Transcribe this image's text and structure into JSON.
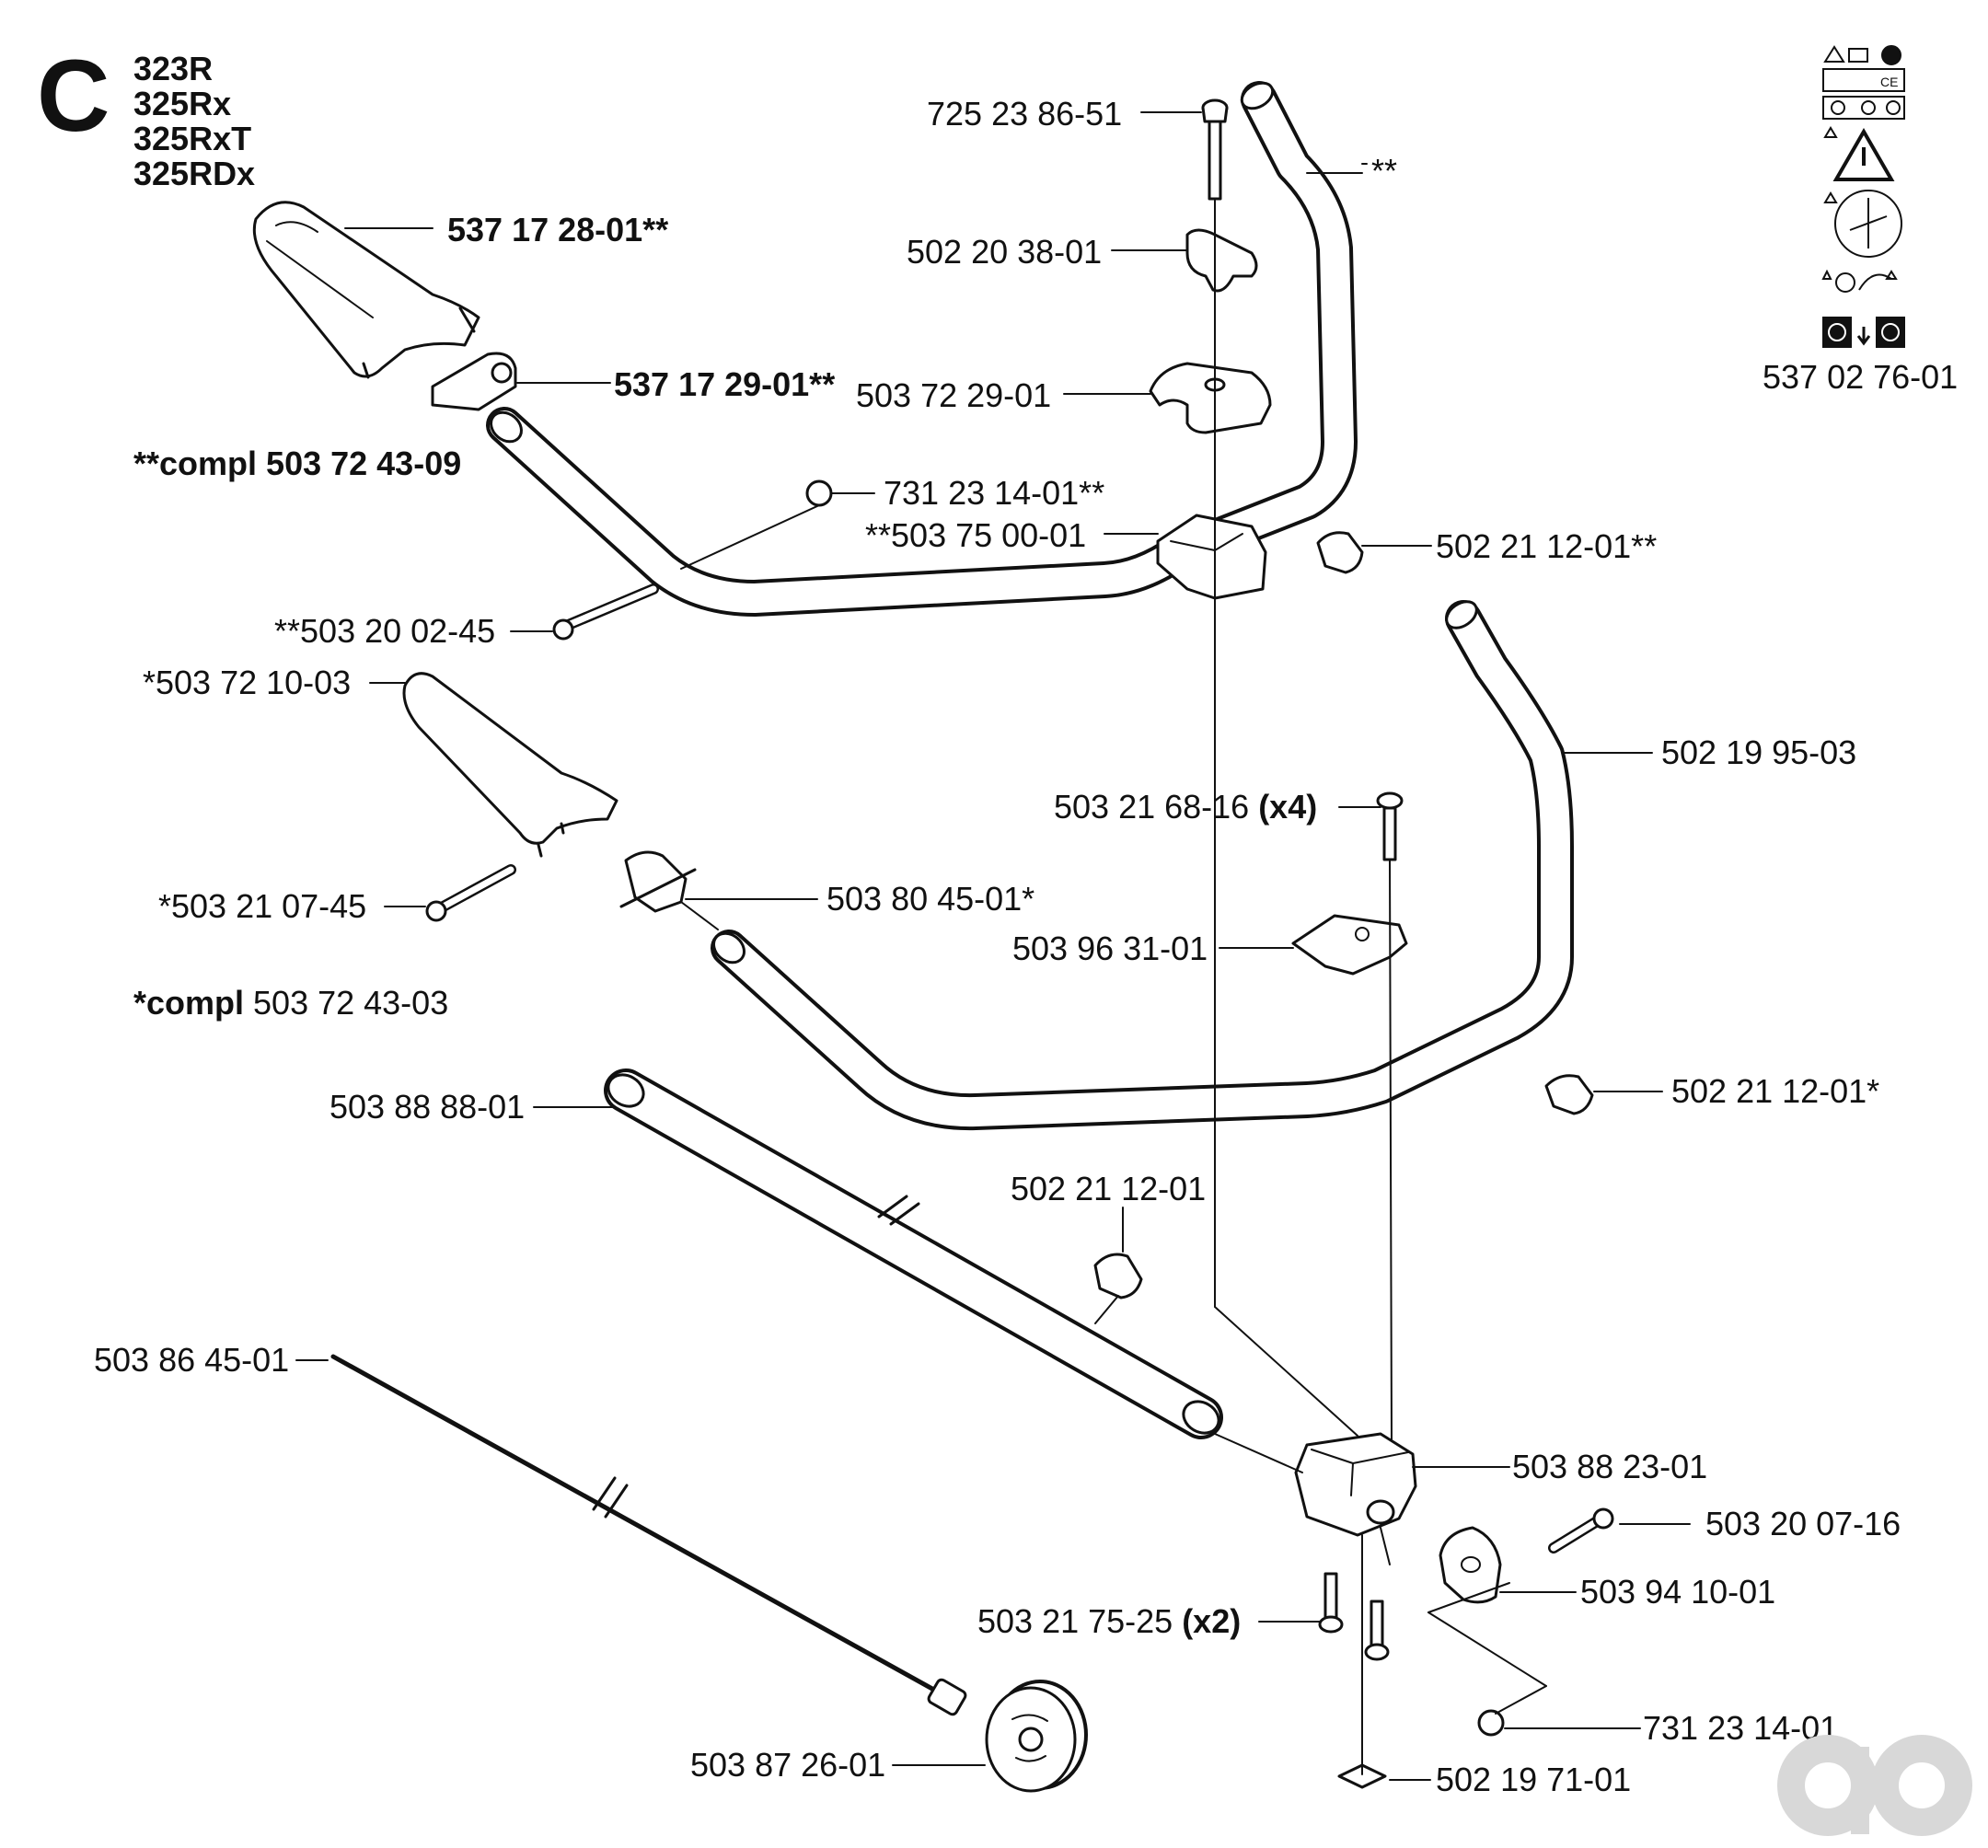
{
  "section": {
    "letter": "C"
  },
  "models": [
    "323R",
    "325Rx",
    "325RxT",
    "325RDx"
  ],
  "kits": {
    "double_star": {
      "prefix": "**compl ",
      "number": "503 72 43-09"
    },
    "single_star": {
      "prefix": "*compl ",
      "number": "503 72 43-03"
    }
  },
  "parts": {
    "bolt_top": "725 23 86-51",
    "wing_knob": "502 20 38-01",
    "clamp_upper": "503 72 29-01",
    "grip_right": "537 17 28-01**",
    "grip_clip": "537 17 29-01**",
    "nut_upper": "731 23 14-01**",
    "clamp_bracket_upper": "**503 75 00-01",
    "pad_upper_right": "502 21 12-01**",
    "screw_grip": "**503 20 02-45",
    "grip_left": "*503 72 10-03",
    "handlebar_lower": "502 19 95-03",
    "screw_x4": {
      "number": "503 21 68-16 ",
      "qty": "(x4)"
    },
    "screw_grip_lower": "*503 21 07-45",
    "clip_lower": "503 80 45-01*",
    "clamp_lower": "503 96 31-01",
    "tube": "503 88 88-01",
    "pad_lower_right": "502 21 12-01*",
    "pad_tube": "502 21 12-01",
    "drive_shaft": "503 86 45-01",
    "clamp_housing": "503 88 23-01",
    "screw_housing": "503 20 07-16",
    "bracket_housing": "503 94 10-01",
    "screw_x2": {
      "number": "503 21 75-25 ",
      "qty": "(x2)"
    },
    "nut_lower": "731 23 14-01",
    "spool": "503 87 26-01",
    "square_nut": "502 19 71-01",
    "decal": "537 02 76-01"
  },
  "icons": {
    "decal_panel": "warning-decal-icon",
    "watermark": "brand-watermark-icon"
  },
  "colors": {
    "ink": "#111111",
    "watermark": "#d8d8d8"
  }
}
